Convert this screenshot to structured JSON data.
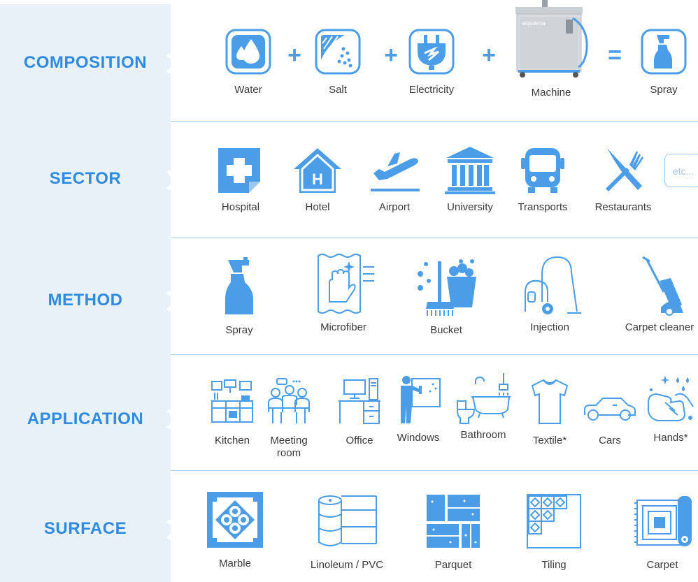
{
  "rows": [
    {
      "label": "COMPOSITION"
    },
    {
      "label": "SECTOR"
    },
    {
      "label": "METHOD"
    },
    {
      "label": "APPLICATION"
    },
    {
      "label": "SURFACE"
    }
  ],
  "composition": {
    "items": [
      "Water",
      "Salt",
      "Electricity",
      "Machine",
      "Spray"
    ],
    "operators": [
      "+",
      "+",
      "+",
      "="
    ],
    "machine_brand": "aquama"
  },
  "sector": {
    "items": [
      "Hospital",
      "Hotel",
      "Airport",
      "University",
      "Transports",
      "Restaurants"
    ],
    "etc_label": "etc...",
    "hotel_letter": "H"
  },
  "method": {
    "items": [
      "Spray",
      "Microfiber",
      "Bucket",
      "Injection",
      "Carpet cleaner"
    ]
  },
  "application": {
    "items": [
      "Kitchen",
      "Meeting room",
      "Office",
      "Windows",
      "Bathroom",
      "Textile*",
      "Cars",
      "Hands*"
    ],
    "meeting_line1": "Meeting",
    "meeting_line2": "room"
  },
  "surface": {
    "items": [
      "Marble",
      "Linoleum / PVC",
      "Parquet",
      "Tiling",
      "Carpet"
    ]
  },
  "colors": {
    "accent": "#2f8be0",
    "icon": "#4a9de6",
    "band": "#e8f0f8",
    "separator": "#a9cdef"
  }
}
